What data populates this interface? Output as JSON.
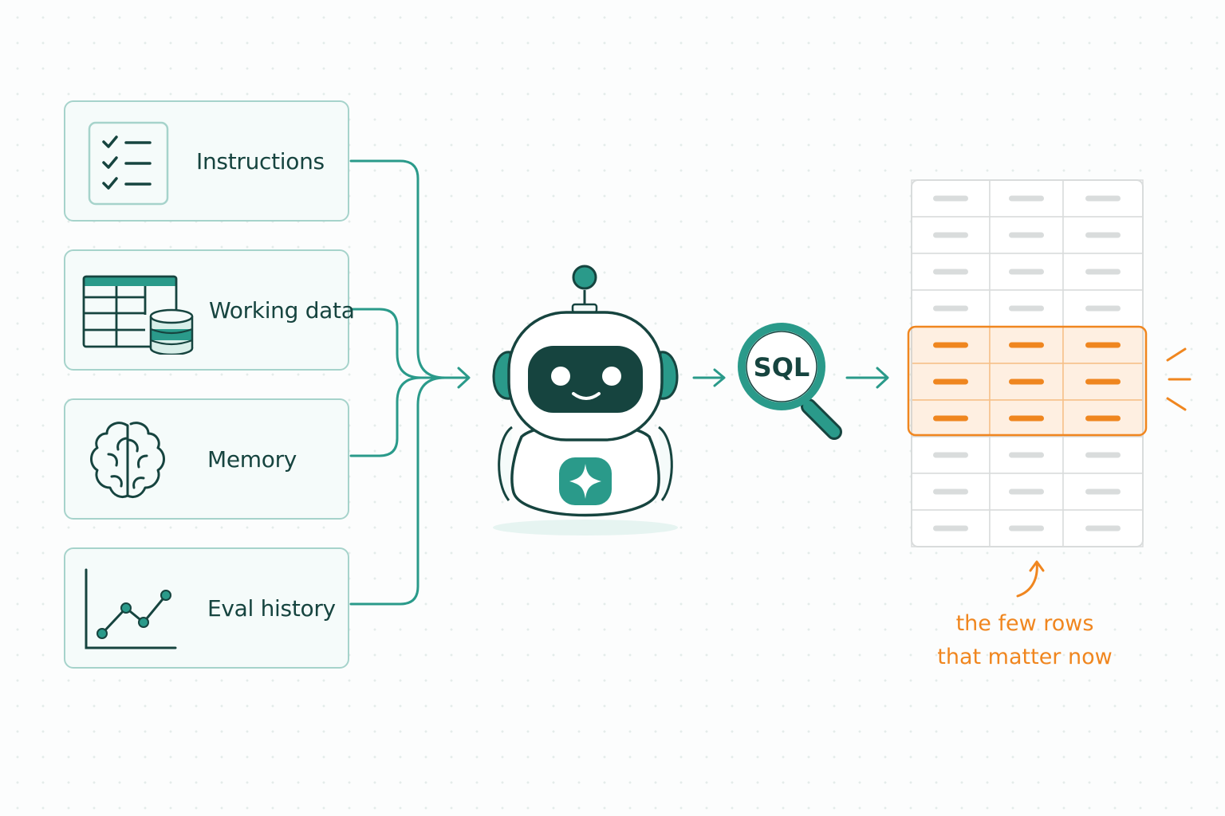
{
  "sources": [
    {
      "id": "instructions",
      "label": "Instructions",
      "icon": "checklist-icon"
    },
    {
      "id": "working-data",
      "label": "Working data",
      "icon": "spreadsheet-database-icon"
    },
    {
      "id": "memory",
      "label": "Memory",
      "icon": "brain-icon"
    },
    {
      "id": "eval-history",
      "label": "Eval history",
      "icon": "line-chart-icon"
    }
  ],
  "agent": {
    "icon": "robot-icon"
  },
  "query": {
    "label": "SQL",
    "icon": "magnifier-icon"
  },
  "table": {
    "columns": 3,
    "rows": 10,
    "highlighted_rows": [
      4,
      5,
      6
    ]
  },
  "annotation": {
    "line1": "the few rows",
    "line2": "that matter now"
  },
  "colors": {
    "teal": "#2a9a8a",
    "dark_teal": "#16443f",
    "accent_orange": "#f0861f",
    "card_border": "#a6d3cb",
    "table_gray": "#d9dcdc"
  }
}
